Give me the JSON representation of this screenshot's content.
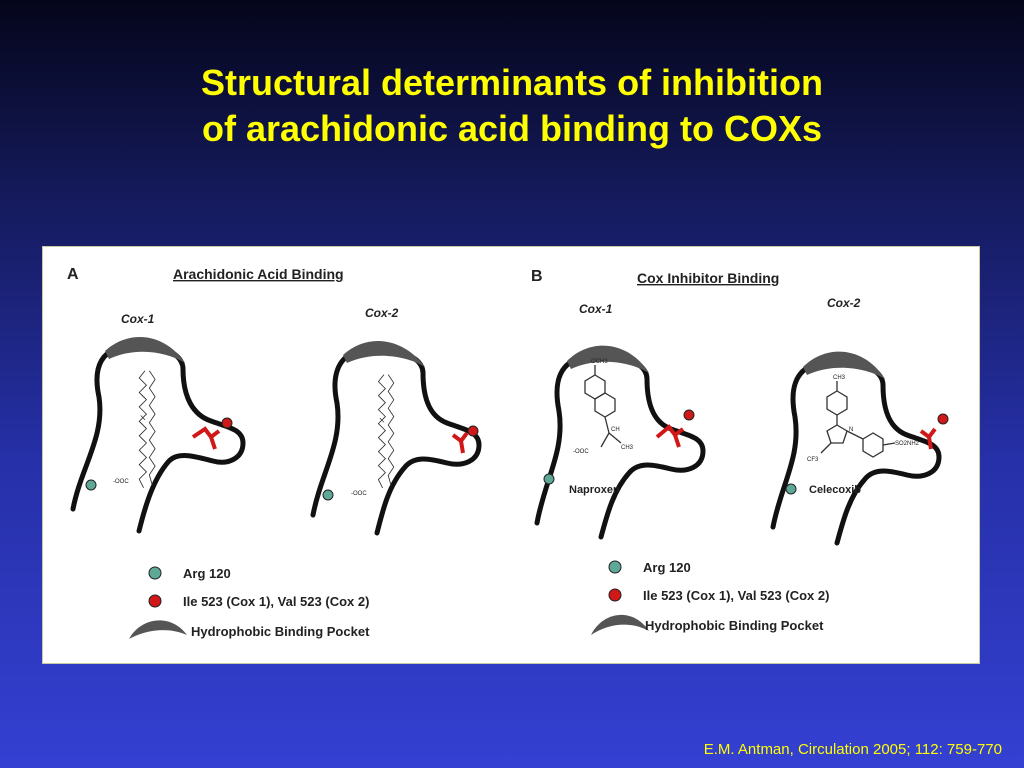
{
  "slide": {
    "title_line1": "Structural determinants of inhibition",
    "title_line2": "of arachidonic acid binding to COXs",
    "citation": "E.M. Antman, Circulation 2005; 112: 759-770"
  },
  "panel_a": {
    "letter": "A",
    "heading": "Arachidonic Acid Binding",
    "cox1_label": "Cox-1",
    "cox2_label": "Cox-2",
    "carboxylate_label": "-OOC"
  },
  "panel_b": {
    "letter": "B",
    "heading": "Cox Inhibitor Binding",
    "cox1_label": "Cox-1",
    "cox2_label": "Cox-2",
    "naproxen_label": "Naproxen",
    "celecoxib_label": "Celecoxib",
    "och3": "OCH3",
    "ch": "CH",
    "ch3": "CH3",
    "ooc": "-OOC",
    "so2nh2": "SO2NH2",
    "cf3": "CF3",
    "n": "N"
  },
  "legend": {
    "arg": "Arg 120",
    "ile_val": "Ile 523 (Cox 1), Val 523 (Cox 2)",
    "pocket": "Hydrophobic Binding Pocket"
  },
  "colors": {
    "arg_dot": "#5ea898",
    "ile_dot": "#d01818",
    "pocket": "#555555",
    "title": "#ffff00"
  }
}
